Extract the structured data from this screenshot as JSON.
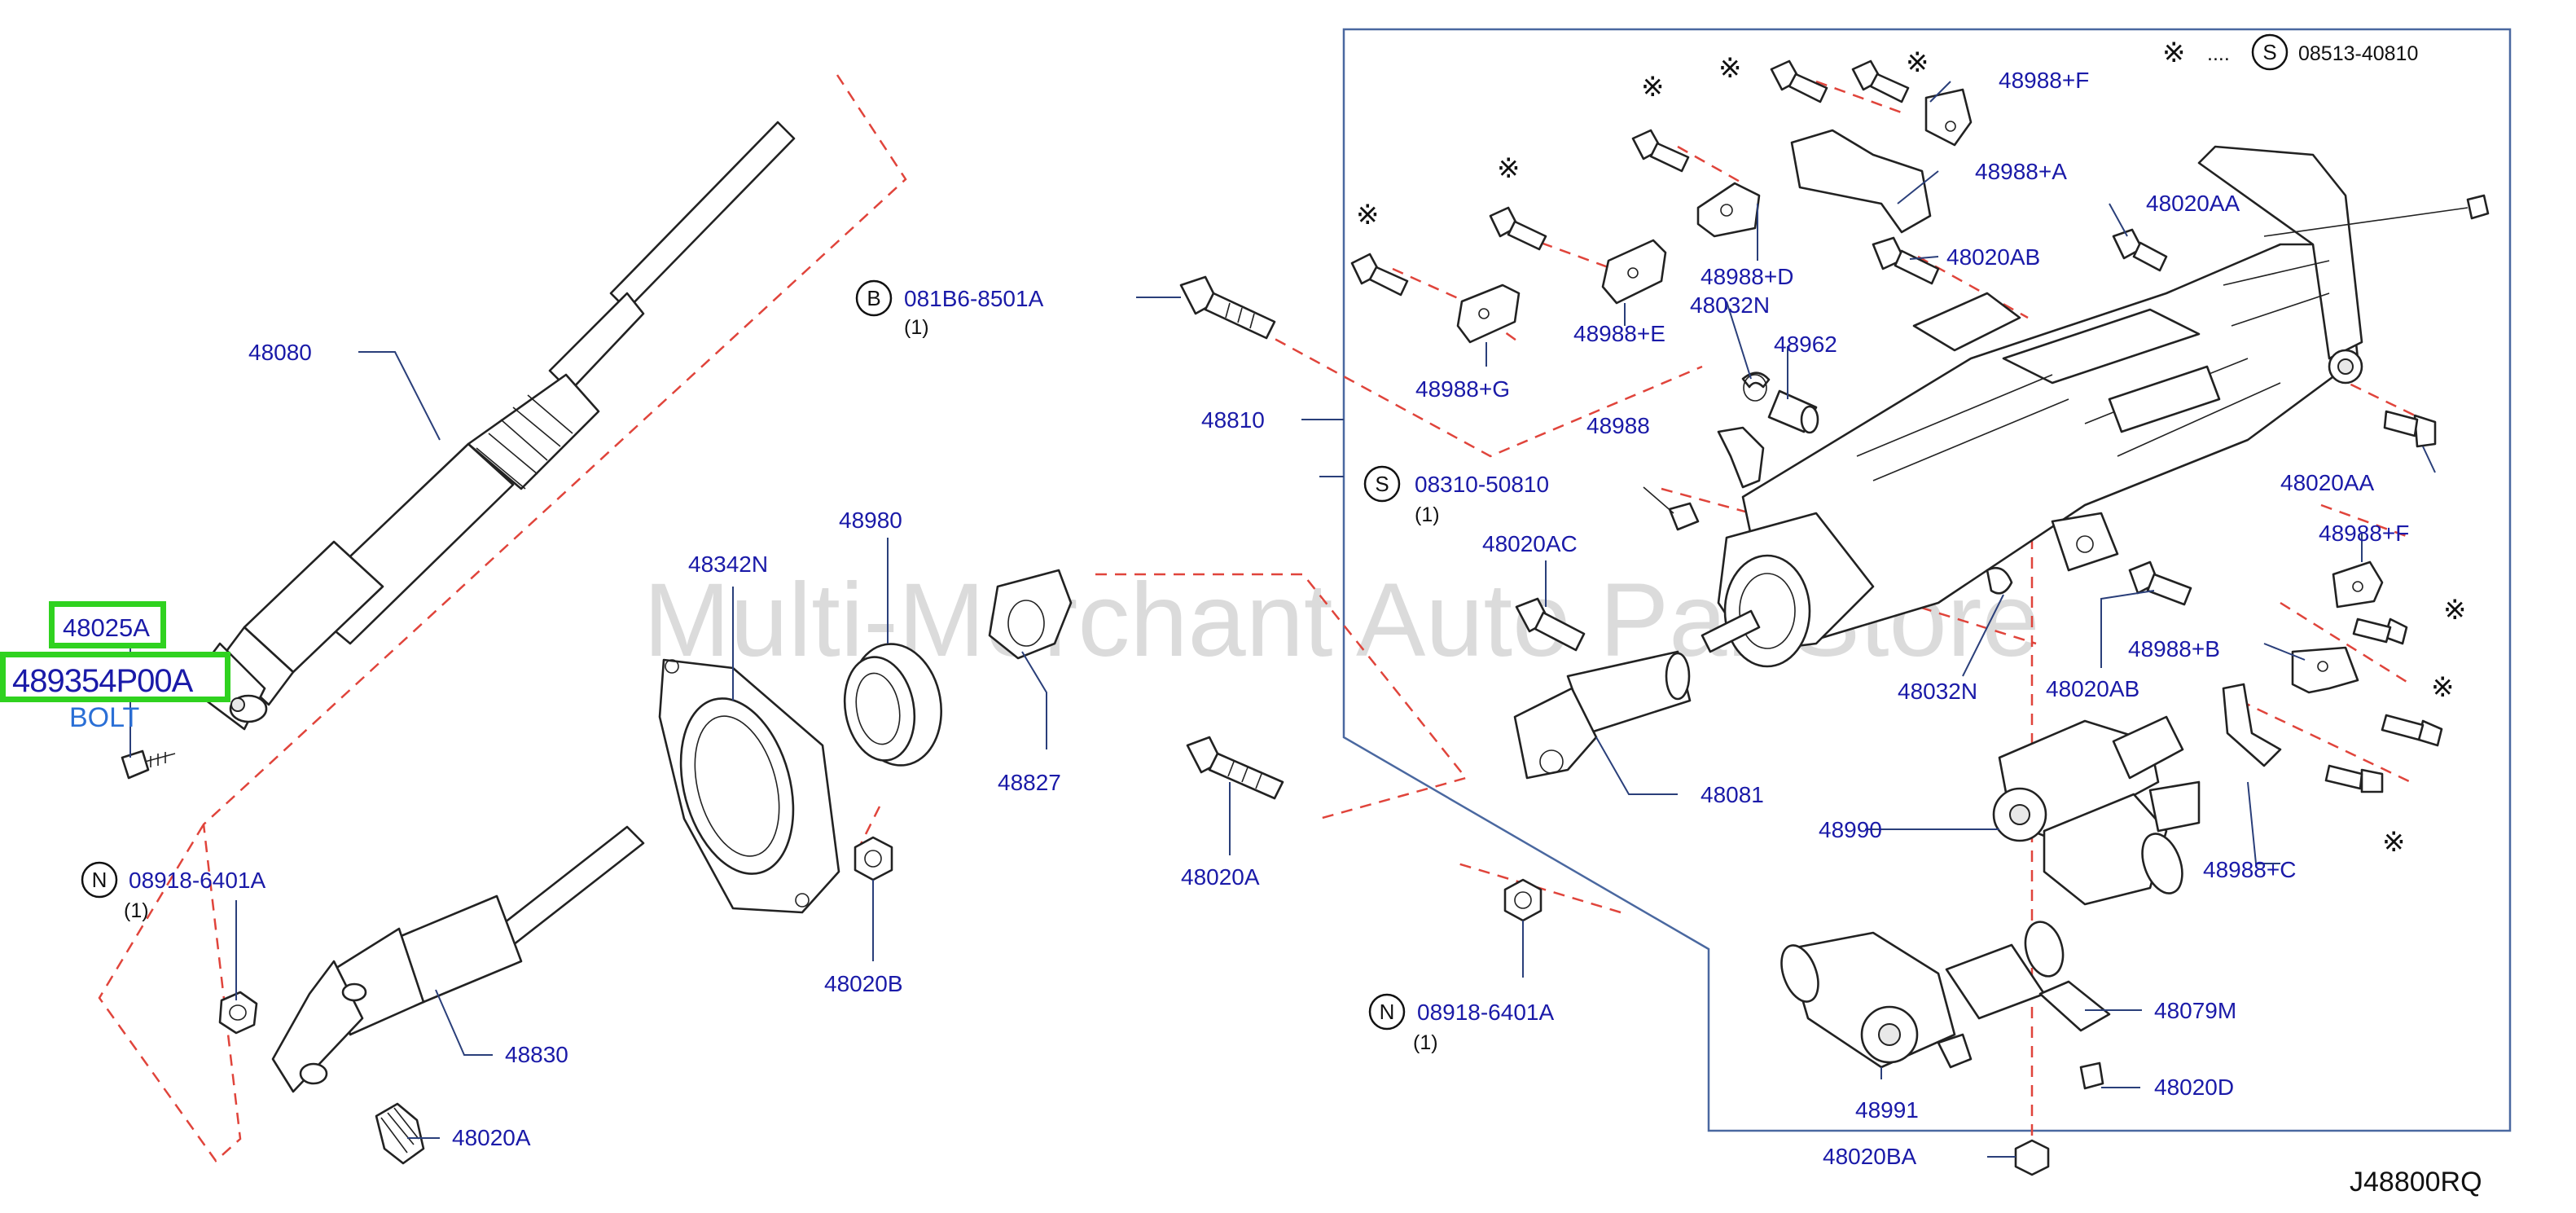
{
  "diagram": {
    "code": "J48800RQ",
    "watermark": "Multi-Merchant Auto PartStore",
    "legend": {
      "symbol": "※",
      "dots": "....",
      "circle_letter": "S",
      "part": "08513-40810"
    },
    "highlight": {
      "top": "48025A",
      "bottom": "489354P00A",
      "note": "BOLT"
    },
    "labels": {
      "p48080": "48080",
      "p48020A_lower": "48020A",
      "p48830": "48830",
      "p48342N": "48342N",
      "p48980": "48980",
      "p48827": "48827",
      "p48020B": "48020B",
      "p48810": "48810",
      "p48020A_mid": "48020A",
      "p48081": "48081",
      "p48020AC": "48020AC",
      "p48988pG": "48988+G",
      "p48988pE": "48988+E",
      "p48988pD": "48988+D",
      "p48032N_top": "48032N",
      "p48962": "48962",
      "p48988": "48988",
      "p48988pA": "48988+A",
      "p48988pF_top": "48988+F",
      "p48020AB_top": "48020AB",
      "p48020AA_top": "48020AA",
      "p48020AA_right": "48020AA",
      "p48988pF_right": "48988+F",
      "p48988pB": "48988+B",
      "p48020AB_mid": "48020AB",
      "p48032N_mid": "48032N",
      "p48988pC": "48988+C",
      "p48990": "48990",
      "p48079M": "48079M",
      "p48020D": "48020D",
      "p48991": "48991",
      "p48020BA": "48020BA"
    },
    "callouts": {
      "b_bolt": {
        "letter": "B",
        "part": "081B6-8501A",
        "qty": "(1)"
      },
      "s_screw": {
        "letter": "S",
        "part": "08310-50810",
        "qty": "(1)"
      },
      "n_left": {
        "letter": "N",
        "part": "08918-6401A",
        "qty": "(1)"
      },
      "n_mid": {
        "letter": "N",
        "part": "08918-6401A",
        "qty": "(1)"
      }
    }
  }
}
